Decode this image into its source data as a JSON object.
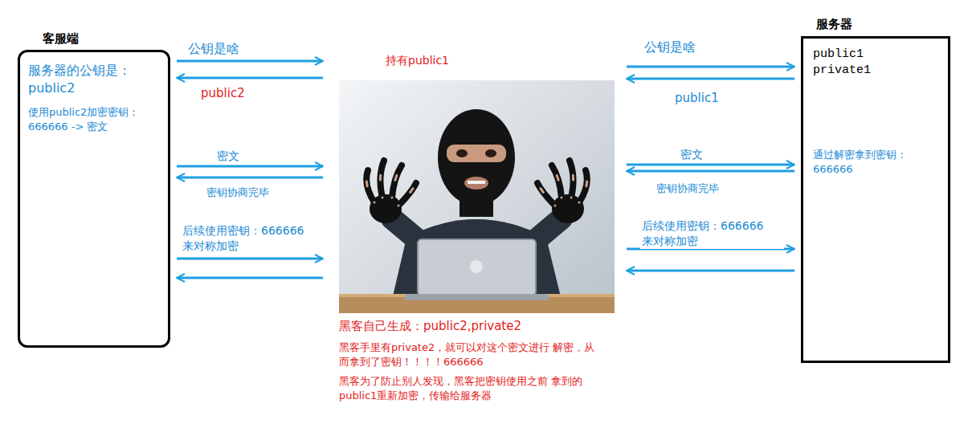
{
  "diagram": {
    "nodes": [
      {
        "text": [
          "客服端",
          "服务器的公钥是： public2",
          "使用public2加密密钥： 666666 -> 密文"
        ]
      },
      {
        "text": [
          "持有public1",
          "黑客自己生成：public2,private2",
          "黑客手里有private2，就可以对这个密文进行 解密，从而拿到了密钥！！！！666666",
          "黑客为了防止别人发现，黑客把密钥使用之前 拿到的public1重新加密，传输给服务器"
        ]
      },
      {
        "text": [
          "服务器",
          "public1 private1",
          "通过解密拿到密钥： 666666"
        ]
      }
    ],
    "edges": [
      {
        "from": 0,
        "to": 1,
        "arrow": "to",
        "label": "公钥是啥"
      },
      {
        "from": 1,
        "to": 0,
        "arrow": "to",
        "label": "public2"
      },
      {
        "from": 0,
        "to": 1,
        "arrow": "to",
        "label": "密文"
      },
      {
        "from": 1,
        "to": 0,
        "arrow": "to",
        "label": "密钥协商完毕"
      },
      {
        "from": 0,
        "to": 1,
        "arrow": "to",
        "label": "后续使用密钥：666666 来对称加密"
      },
      {
        "from": 1,
        "to": 0,
        "arrow": "to"
      },
      {
        "from": 1,
        "to": 2,
        "arrow": "to",
        "label": "公钥是啥"
      },
      {
        "from": 2,
        "to": 1,
        "arrow": "to",
        "label": "public1"
      },
      {
        "from": 1,
        "to": 2,
        "arrow": "to",
        "label": "密文"
      },
      {
        "from": 2,
        "to": 1,
        "arrow": "to",
        "label": "密钥协商完毕"
      },
      {
        "from": 1,
        "to": 2,
        "arrow": "to",
        "label": "后续使用密钥：666666 来对称加密"
      },
      {
        "from": 2,
        "to": 1,
        "arrow": "to"
      }
    ]
  }
}
